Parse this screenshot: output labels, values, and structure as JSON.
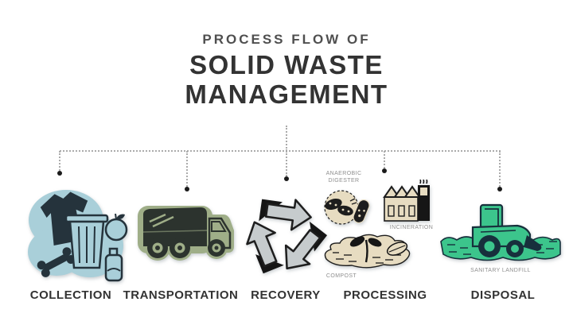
{
  "title": {
    "eyebrow": "PROCESS FLOW OF",
    "line1": "SOLID WASTE",
    "line2": "MANAGEMENT"
  },
  "stages": [
    {
      "label": "COLLECTION",
      "icon": "clothes-trashcan-food-waste-icon"
    },
    {
      "label": "TRANSPORTATION",
      "icon": "garbage-truck-icon"
    },
    {
      "label": "RECOVERY",
      "icon": "recycle-arrows-icon"
    },
    {
      "label": "PROCESSING",
      "icon": "processing-icons-group",
      "sublabels": {
        "anaerobic_digester": "ANAEROBIC DIGESTER",
        "incineration": "INCINERATION",
        "compost": "COMPOST"
      }
    },
    {
      "label": "DISPOSAL",
      "icon": "landfill-compactor-icon",
      "sublabel": "SANITARY LANDFILL"
    }
  ],
  "colors": {
    "collection_sticker": "#a9cfd9",
    "collection_ink": "#25333c",
    "transportation_sticker": "#9fae88",
    "transportation_ink": "#2c332e",
    "recovery_sticker": "#c6cbcd",
    "recovery_ink": "#161616",
    "processing_sticker": "#e7dcc1",
    "processing_ink": "#1d1d1d",
    "disposal_sticker": "#3cc58c",
    "disposal_ink": "#17303c",
    "connector_line": "#ababab",
    "connector_dot": "#1b1b1b",
    "title_text": "#333333",
    "eyebrow_text": "#4f4f4f",
    "sublabel_text": "#8f8f8f"
  }
}
